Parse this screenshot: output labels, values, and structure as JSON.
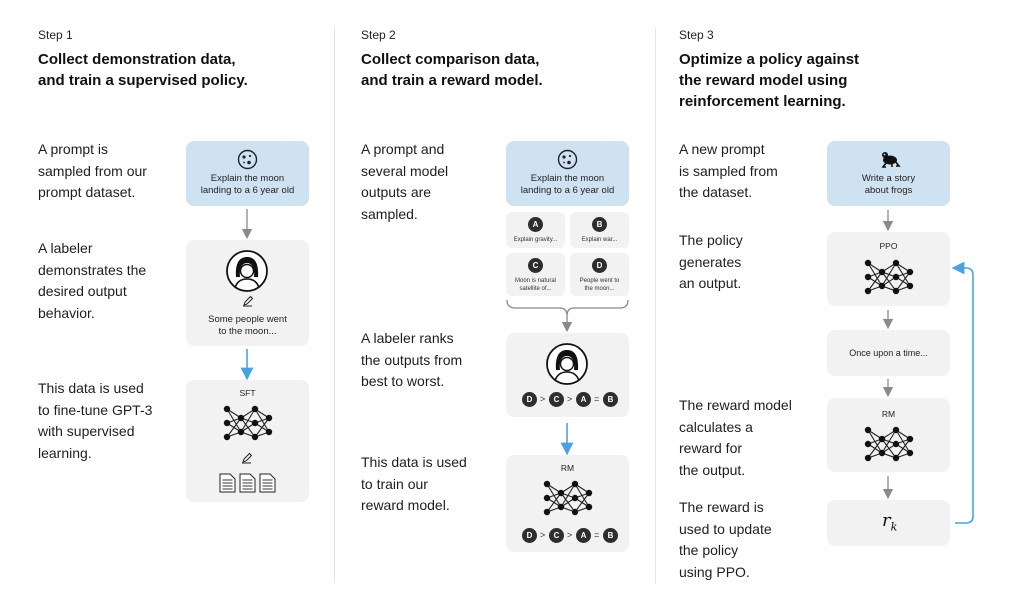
{
  "steps": [
    {
      "number": "Step 1",
      "title_line1": "Collect demonstration data,",
      "title_line2": "and train a supervised policy.",
      "desc1": [
        "A prompt is",
        "sampled from our",
        "prompt dataset."
      ],
      "desc2": [
        "A labeler",
        "demonstrates the",
        "desired output",
        "behavior."
      ],
      "desc3": [
        "This data is used",
        "to fine-tune GPT-3",
        "with supervised",
        "learning."
      ],
      "prompt": [
        "Explain the moon",
        "landing to a 6 year old"
      ],
      "output": [
        "Some people went",
        "to the moon..."
      ],
      "model_label": "SFT"
    },
    {
      "number": "Step 2",
      "title_line1": "Collect comparison data,",
      "title_line2": "and train a reward model.",
      "desc1": [
        "A prompt and",
        "several model",
        "outputs are",
        "sampled."
      ],
      "desc2": [
        "A labeler ranks",
        "the outputs from",
        "best to worst."
      ],
      "desc3": [
        "This data is used",
        "to train our",
        "reward model."
      ],
      "prompt": [
        "Explain the moon",
        "landing to a 6 year old"
      ],
      "outputs": [
        {
          "letter": "A",
          "text": [
            "Explain gravity..."
          ]
        },
        {
          "letter": "B",
          "text": [
            "Explain war..."
          ]
        },
        {
          "letter": "C",
          "text": [
            "Moon is natural",
            "satellite of..."
          ]
        },
        {
          "letter": "D",
          "text": [
            "People went to",
            "the moon..."
          ]
        }
      ],
      "ranking": [
        "D",
        ">",
        "C",
        ">",
        "A",
        "=",
        "B"
      ],
      "model_label": "RM"
    },
    {
      "number": "Step 3",
      "title_line1": "Optimize a policy against",
      "title_line2": "the reward model using",
      "title_line3": "reinforcement learning.",
      "desc1": [
        "A new prompt",
        "is sampled from",
        "the dataset."
      ],
      "desc2": [
        "The policy",
        "generates",
        "an output."
      ],
      "desc3": [
        "The reward model",
        "calculates a",
        "reward for",
        "the output."
      ],
      "desc4": [
        "The reward is",
        "used to update",
        "the policy",
        "using PPO."
      ],
      "prompt": [
        "Write a story",
        "about frogs"
      ],
      "policy_label": "PPO",
      "output": "Once upon a time...",
      "rm_label": "RM",
      "reward_symbol": "r",
      "reward_sub": "k"
    }
  ],
  "colors": {
    "blue_box": "#cfe2f2",
    "gray_box": "#f2f2f2",
    "arrow_gray": "#8a8a8a",
    "arrow_blue": "#4aa3e0"
  },
  "icons": [
    "moon-icon",
    "person-icon",
    "pencil-icon",
    "document-icon",
    "neural-network-icon",
    "frog-icon"
  ]
}
